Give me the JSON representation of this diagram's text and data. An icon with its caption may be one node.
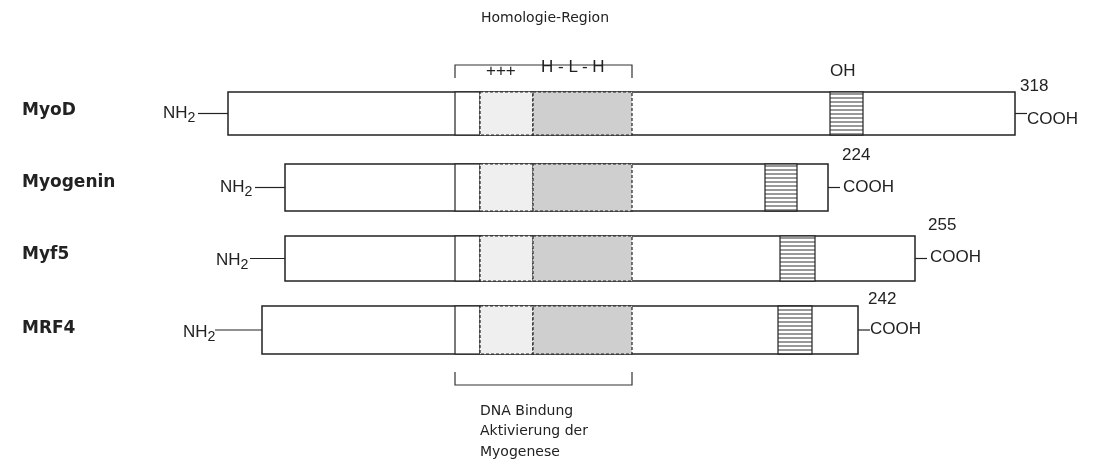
{
  "diagram": {
    "labels": [
      "Homologie-Region",
      "+++",
      "H - L - H",
      "OH",
      "318",
      "MyoD",
      "NH$_{2}$",
      "COOH",
      "224",
      "Myogenin",
      "NH$_{2}$",
      "COOH",
      "255",
      "Myf5",
      "NH$_{2}$",
      "COOH",
      "242",
      "MRF4",
      "NH$_{2}$",
      "COOH",
      "DNA Bindung Aktivierung der Myogenese"
    ]
  }
}
